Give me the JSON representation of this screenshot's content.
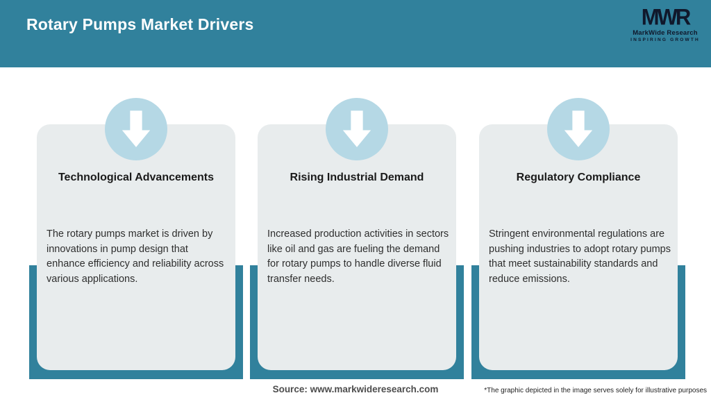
{
  "header": {
    "title": "Rotary Pumps Market Drivers",
    "logo": {
      "acronym": "MWR",
      "name": "MarkWide Research",
      "tagline": "INSPIRING GROWTH"
    }
  },
  "cards": [
    {
      "icon": "down-arrow-icon",
      "title": "Technological Advancements",
      "description": "The rotary pumps market is driven by innovations in pump design that enhance efficiency and reliability across various applications."
    },
    {
      "icon": "down-arrow-icon",
      "title": "Rising Industrial Demand",
      "description": "Increased production activities in sectors like oil and gas are fueling the demand for rotary pumps to handle diverse fluid transfer needs."
    },
    {
      "icon": "down-arrow-icon",
      "title": "Regulatory Compliance",
      "description": "Stringent environmental regulations are pushing industries to adopt rotary pumps that meet sustainability standards and reduce emissions."
    }
  ],
  "footer": {
    "source": "Source: www.markwideresearch.com",
    "disclaimer": "*The graphic depicted in the image serves solely for illustrative purposes"
  },
  "colors": {
    "teal": "#31819c",
    "circle_blue": "#b5d8e5",
    "card_bg": "#e8eced",
    "logo_dark": "#10182b"
  }
}
